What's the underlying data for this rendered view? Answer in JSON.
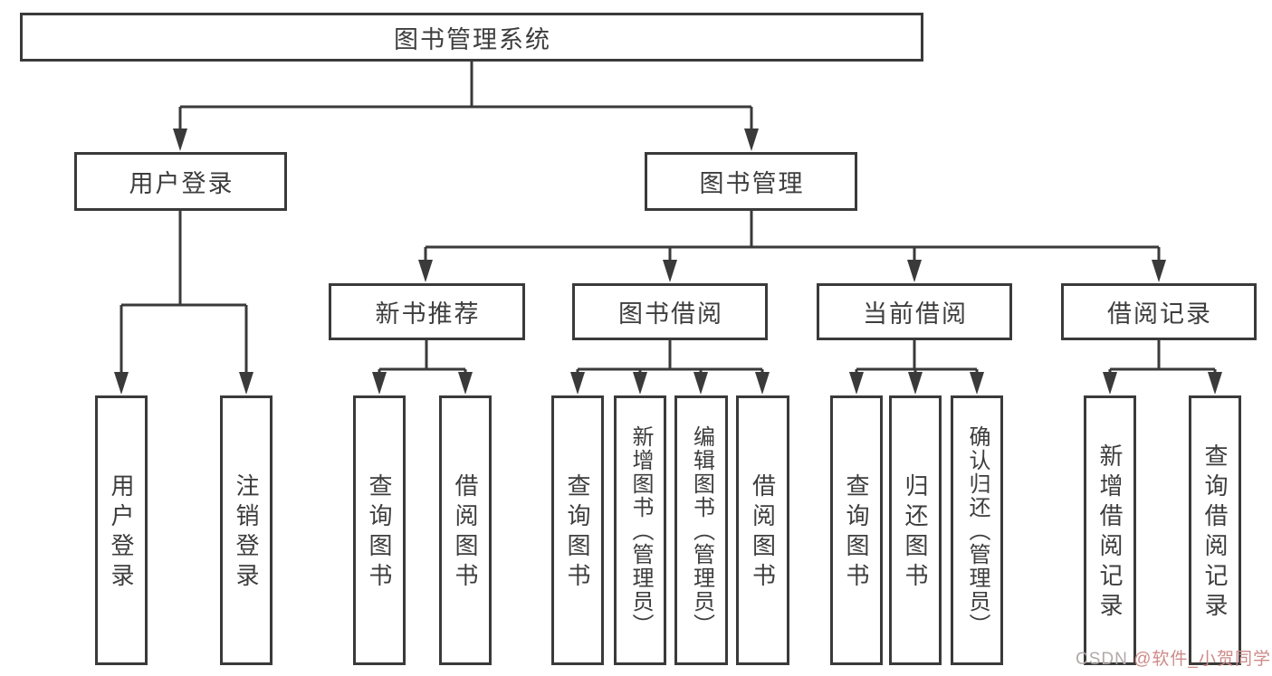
{
  "nodes": {
    "root": "图书管理系统",
    "login": "用户登录",
    "management": "图书管理",
    "login_children": [
      "用户登录",
      "注销登录"
    ],
    "groups": [
      "新书推荐",
      "图书借阅",
      "当前借阅",
      "借阅记录"
    ],
    "recommend_children": [
      "查询图书",
      "借阅图书"
    ],
    "borrow_children": [
      "查询图书",
      "新增图书（管理员）",
      "编辑图书（管理员）",
      "借阅图书"
    ],
    "current_children": [
      "查询图书",
      "归还图书",
      "确认归还（管理员）"
    ],
    "record_children": [
      "新增借阅记录",
      "查询借阅记录"
    ]
  },
  "watermark": {
    "prefix": "CSDN ",
    "handle": "@软件_小贺同学"
  },
  "colors": {
    "line": "#3a3a3a",
    "text": "#3d3d3d",
    "background": "#ffffff",
    "watermark_prefix": "#b3a9a9",
    "watermark_handle": "#cd8b89"
  }
}
